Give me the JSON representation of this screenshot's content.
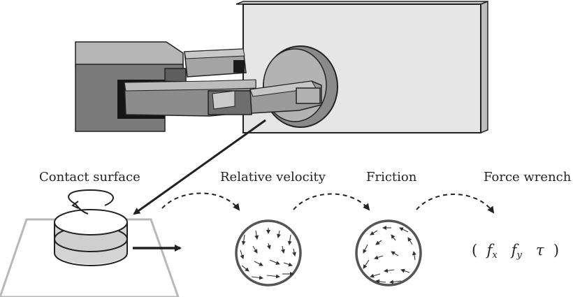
{
  "labels": {
    "contact_surface": "Contact surface",
    "relative_velocity": "Relative velocity",
    "friction": "Friction",
    "force_wrench": "Force wrench"
  },
  "wrench": {
    "open_paren": "(",
    "fx_base": "f",
    "fx_sub": "x",
    "fy_base": "f",
    "fy_sub": "y",
    "tau": "τ",
    "close_paren": ")"
  },
  "colors": {
    "block_face": "#e6e6e6",
    "gripper_dark": "#707070",
    "gripper_mid": "#9e9e9e",
    "gripper_light": "#c4c4c4",
    "stroke": "#222222",
    "disc_outline": "#555555"
  }
}
